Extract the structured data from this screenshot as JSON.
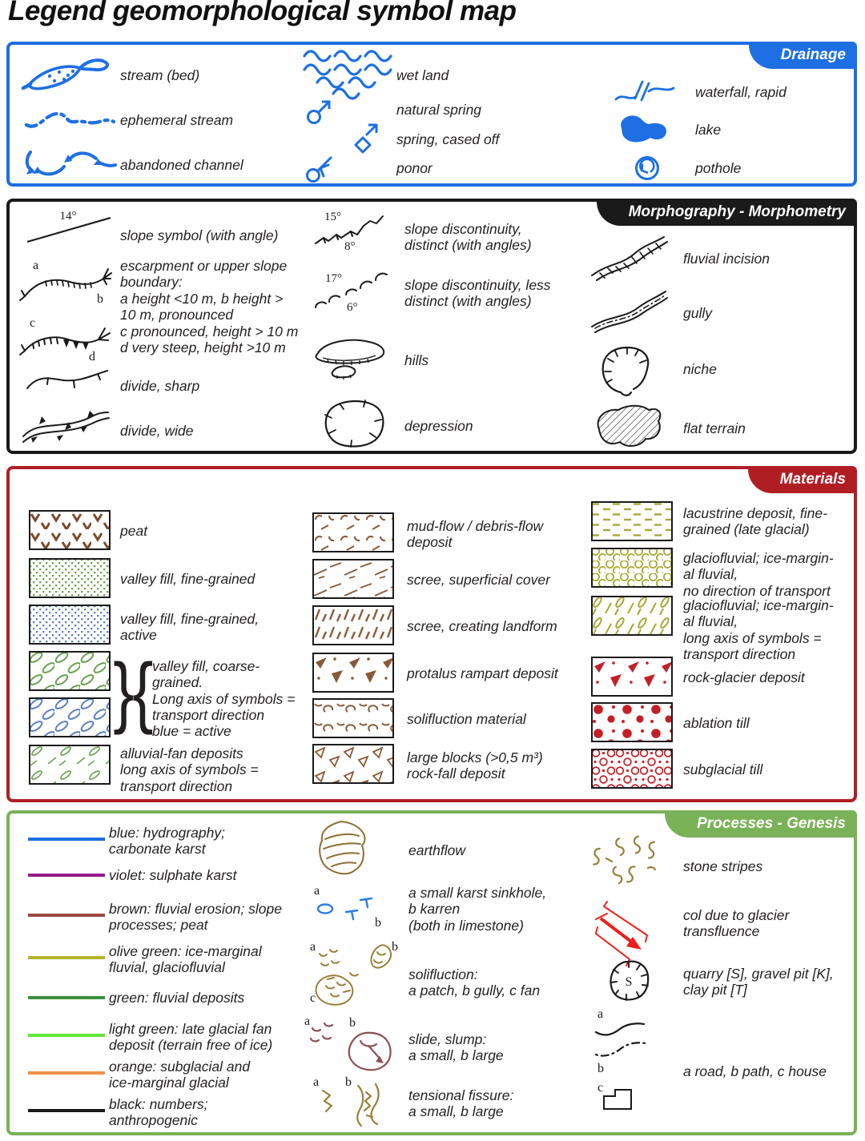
{
  "title": "Legend geomorphological symbol map",
  "marks": {
    "a": "a",
    "b": "b",
    "c": "c",
    "d": "d",
    "s": "S"
  },
  "angles": {
    "n14": "14°",
    "n15": "15°",
    "n8": "8°",
    "n17": "17°",
    "n6": "6°"
  },
  "colors": {
    "drainage": "#1d6fe3",
    "morphography": "#1a1a1a",
    "materials": "#b01e24",
    "processes": "#7ab257",
    "brown": "#8a5a38",
    "peat_brown": "#7a4a2b",
    "olive": "#a8a832",
    "green": "#69a04e",
    "blue_dots": "#5d7fbf",
    "red": "#c32025",
    "bright_red": "#ee1f1c",
    "earth_brown": "#8d6f33",
    "maroon": "#8e4f55",
    "karst_blue": "#2a7de0",
    "fissure_olive": "#97803a"
  },
  "sections": {
    "drainage": {
      "header": "Drainage",
      "items": [
        {
          "icon": "stream-bed-icon",
          "label": "stream (bed)"
        },
        {
          "icon": "ephemeral-stream-icon",
          "label": "ephemeral stream"
        },
        {
          "icon": "abandoned-channel-icon",
          "label": "abandoned channel"
        },
        {
          "icon": "wet-land-icon",
          "label": "wet land"
        },
        {
          "icon": "natural-spring-icon",
          "label": "natural spring"
        },
        {
          "icon": "spring-cased-off-icon",
          "label": "spring, cased off"
        },
        {
          "icon": "ponor-icon",
          "label": "ponor"
        },
        {
          "icon": "waterfall-rapid-icon",
          "label": "waterfall, rapid"
        },
        {
          "icon": "lake-icon",
          "label": "lake"
        },
        {
          "icon": "pothole-icon",
          "label": "pothole"
        }
      ]
    },
    "morphography": {
      "header": "Morphography - Morphometry",
      "items": [
        {
          "icon": "slope-symbol-icon",
          "label": "slope symbol (with angle)"
        },
        {
          "icon": "escarpment-ab-icon",
          "label": "escarpment or upper slope\nboundary:\na height <10 m,  b height >\n10 m, pronounced"
        },
        {
          "icon": "escarpment-cd-icon",
          "label": "c pronounced, height > 10 m\nd very steep, height >10 m"
        },
        {
          "icon": "divide-sharp-icon",
          "label": "divide, sharp"
        },
        {
          "icon": "divide-wide-icon",
          "label": "divide, wide"
        },
        {
          "icon": "slope-discontinuity-distinct-icon",
          "label": "slope discontinuity,\ndistinct (with angles)"
        },
        {
          "icon": "slope-discontinuity-less-icon",
          "label": "slope discontinuity, less\ndistinct (with angles)"
        },
        {
          "icon": "hills-icon",
          "label": "hills"
        },
        {
          "icon": "depression-icon",
          "label": "depression"
        },
        {
          "icon": "fluvial-incision-icon",
          "label": "fluvial incision"
        },
        {
          "icon": "gully-icon",
          "label": "gully"
        },
        {
          "icon": "niche-icon",
          "label": "niche"
        },
        {
          "icon": "flat-terrain-icon",
          "label": "flat terrain"
        }
      ]
    },
    "materials": {
      "header": "Materials",
      "items": [
        {
          "icon": "peat-swatch",
          "label": "peat"
        },
        {
          "icon": "valley-fill-fine-swatch",
          "label": "valley fill, fine-grained"
        },
        {
          "icon": "valley-fill-fine-active-swatch",
          "label": "valley fill, fine-grained,\nactive"
        },
        {
          "icon": "valley-fill-coarse-swatch",
          "label": "valley fill, coarse-\ngrained.\nLong axis of symbols =\ntransport direction\nblue = active"
        },
        {
          "icon": "alluvial-fan-swatch",
          "label": "alluvial-fan deposits\nlong axis of symbols =\ntransport direction"
        },
        {
          "icon": "mud-flow-swatch",
          "label": "mud-flow / debris-flow\ndeposit"
        },
        {
          "icon": "scree-superficial-swatch",
          "label": "scree, superficial cover"
        },
        {
          "icon": "scree-landform-swatch",
          "label": "scree, creating landform"
        },
        {
          "icon": "protalus-rampart-swatch",
          "label": "protalus rampart deposit"
        },
        {
          "icon": "solifluction-material-swatch",
          "label": "solifluction material"
        },
        {
          "icon": "large-blocks-swatch",
          "label": "large blocks (>0,5 m³)\nrock-fall deposit"
        },
        {
          "icon": "lacustrine-swatch",
          "label": "lacustrine deposit, fine-\ngrained (late glacial)"
        },
        {
          "icon": "glaciofluvial-nodir-swatch",
          "label": "glaciofluvial; ice-margin-\nal fluvial,\nno direction of transport"
        },
        {
          "icon": "glaciofluvial-longaxis-swatch",
          "label": "glaciofluvial; ice-margin-\nal fluvial,\nlong axis of symbols =\ntransport direction"
        },
        {
          "icon": "rock-glacier-swatch",
          "label": "rock-glacier deposit"
        },
        {
          "icon": "ablation-till-swatch",
          "label": "ablation till"
        },
        {
          "icon": "subglacial-till-swatch",
          "label": "subglacial till"
        }
      ]
    },
    "processes": {
      "header": "Processes - Genesis",
      "color_key": [
        {
          "color": "#1d6fe3",
          "label": "blue: hydrography;\ncarbonate karst"
        },
        {
          "color": "#951b8d",
          "label": "violet: sulphate karst"
        },
        {
          "color": "#9b4a43",
          "label": "brown: fluvial erosion; slope\nprocesses; peat"
        },
        {
          "color": "#b3b32d",
          "label": "olive green: ice-marginal\nfluvial, glaciofluvial"
        },
        {
          "color": "#3d8f3d",
          "label": "green: fluvial deposits"
        },
        {
          "color": "#62e83a",
          "label": "light green: late glacial fan\ndeposit  (terrain free of ice)"
        },
        {
          "color": "#f0914c",
          "label": "orange: subglacial and\nice-marginal glacial"
        },
        {
          "color": "#1a1a1a",
          "label": "black: numbers;\nanthropogenic"
        }
      ],
      "items": [
        {
          "icon": "earthflow-icon",
          "label": "earthflow"
        },
        {
          "icon": "karst-sinkhole-karren-icon",
          "label": "a small karst sinkhole,\nb karren\n(both in limestone)"
        },
        {
          "icon": "solifluction-icon",
          "label": "solifluction:\na patch, b gully,  c fan"
        },
        {
          "icon": "slide-slump-icon",
          "label": "slide, slump:\na small, b large"
        },
        {
          "icon": "tensional-fissure-icon",
          "label": "tensional fissure:\na small, b large"
        },
        {
          "icon": "stone-stripes-icon",
          "label": "stone stripes"
        },
        {
          "icon": "col-glacier-transfluence-icon",
          "label": "col due to glacier\ntransfluence"
        },
        {
          "icon": "quarry-gravel-clay-icon",
          "label": "quarry [S], gravel pit [K],\nclay pit [T]"
        },
        {
          "icon": "road-path-house-icon",
          "label": "a road, b path, c house"
        }
      ]
    }
  }
}
